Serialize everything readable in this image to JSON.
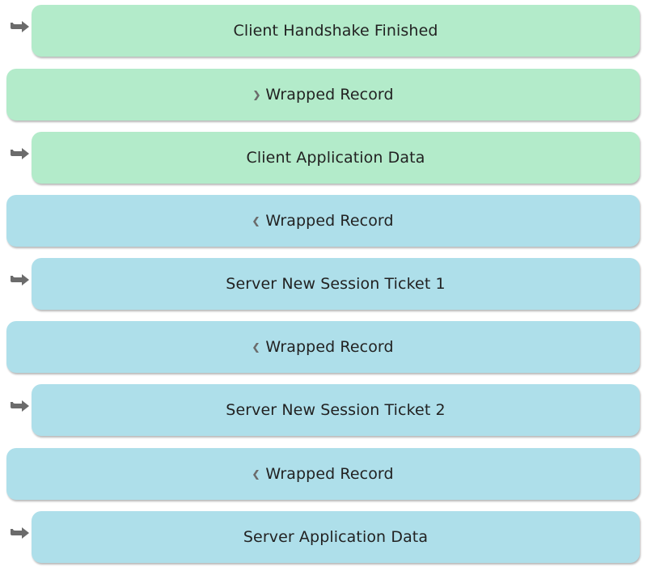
{
  "colors": {
    "client": "#b3ebca",
    "server": "#aedfea",
    "arrow": "#6b6b6b",
    "text": "#222222"
  },
  "rows": [
    {
      "kind": "message",
      "side": "client",
      "label": "Client Handshake Finished",
      "icon": "curved-arrow-right-icon"
    },
    {
      "kind": "record",
      "side": "client",
      "label": "Wrapped Record",
      "glyph": "chevron-right-icon"
    },
    {
      "kind": "message",
      "side": "client",
      "label": "Client Application Data",
      "icon": "curved-arrow-right-icon"
    },
    {
      "kind": "record",
      "side": "server",
      "label": "Wrapped Record",
      "glyph": "chevron-left-icon"
    },
    {
      "kind": "message",
      "side": "server",
      "label": "Server New Session Ticket 1",
      "icon": "curved-arrow-right-icon"
    },
    {
      "kind": "record",
      "side": "server",
      "label": "Wrapped Record",
      "glyph": "chevron-left-icon"
    },
    {
      "kind": "message",
      "side": "server",
      "label": "Server New Session Ticket 2",
      "icon": "curved-arrow-right-icon"
    },
    {
      "kind": "record",
      "side": "server",
      "label": "Wrapped Record",
      "glyph": "chevron-left-icon"
    },
    {
      "kind": "message",
      "side": "server",
      "label": "Server Application Data",
      "icon": "curved-arrow-right-icon"
    }
  ]
}
